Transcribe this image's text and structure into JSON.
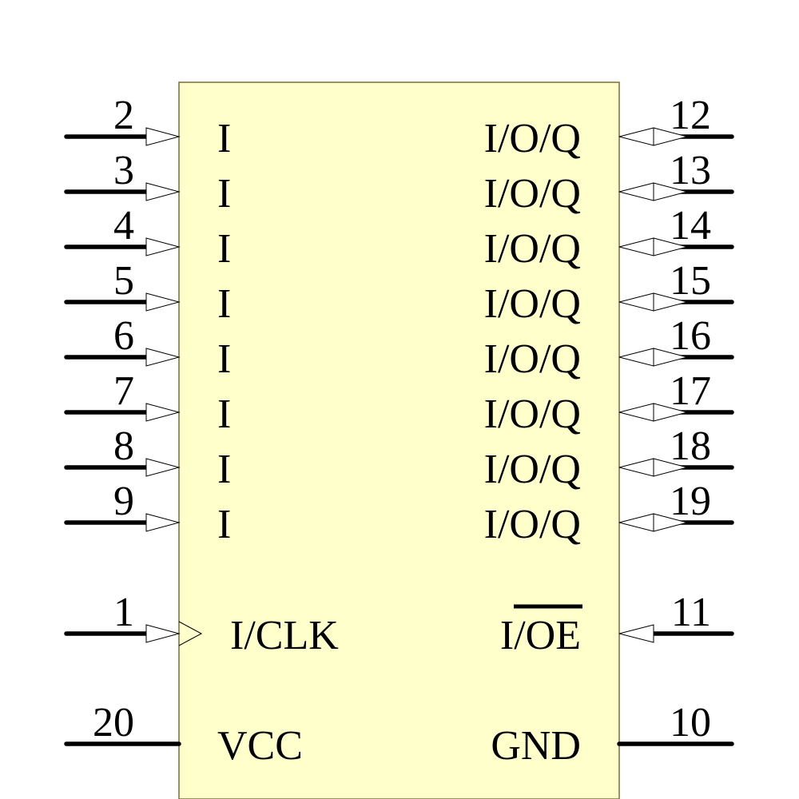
{
  "component": {
    "body_fill": "#ffffcc",
    "body_stroke": "#7f6a3a",
    "line_color": "#000000"
  },
  "left_pins": [
    {
      "number": "2",
      "signal": "I",
      "direction": "input"
    },
    {
      "number": "3",
      "signal": "I",
      "direction": "input"
    },
    {
      "number": "4",
      "signal": "I",
      "direction": "input"
    },
    {
      "number": "5",
      "signal": "I",
      "direction": "input"
    },
    {
      "number": "6",
      "signal": "I",
      "direction": "input"
    },
    {
      "number": "7",
      "signal": "I",
      "direction": "input"
    },
    {
      "number": "8",
      "signal": "I",
      "direction": "input"
    },
    {
      "number": "9",
      "signal": "I",
      "direction": "input"
    },
    {
      "number": "1",
      "signal": "I/CLK",
      "direction": "input-clock"
    },
    {
      "number": "20",
      "signal": "VCC",
      "direction": "power"
    }
  ],
  "right_pins": [
    {
      "number": "12",
      "signal": "I/O/Q",
      "direction": "bidirectional"
    },
    {
      "number": "13",
      "signal": "I/O/Q",
      "direction": "bidirectional"
    },
    {
      "number": "14",
      "signal": "I/O/Q",
      "direction": "bidirectional"
    },
    {
      "number": "15",
      "signal": "I/O/Q",
      "direction": "bidirectional"
    },
    {
      "number": "16",
      "signal": "I/O/Q",
      "direction": "bidirectional"
    },
    {
      "number": "17",
      "signal": "I/O/Q",
      "direction": "bidirectional"
    },
    {
      "number": "18",
      "signal": "I/O/Q",
      "direction": "bidirectional"
    },
    {
      "number": "19",
      "signal": "I/O/Q",
      "direction": "bidirectional"
    },
    {
      "number": "11",
      "signal_prefix": "I/",
      "signal_overbar": "OE",
      "direction": "input"
    },
    {
      "number": "10",
      "signal": "GND",
      "direction": "power"
    }
  ]
}
